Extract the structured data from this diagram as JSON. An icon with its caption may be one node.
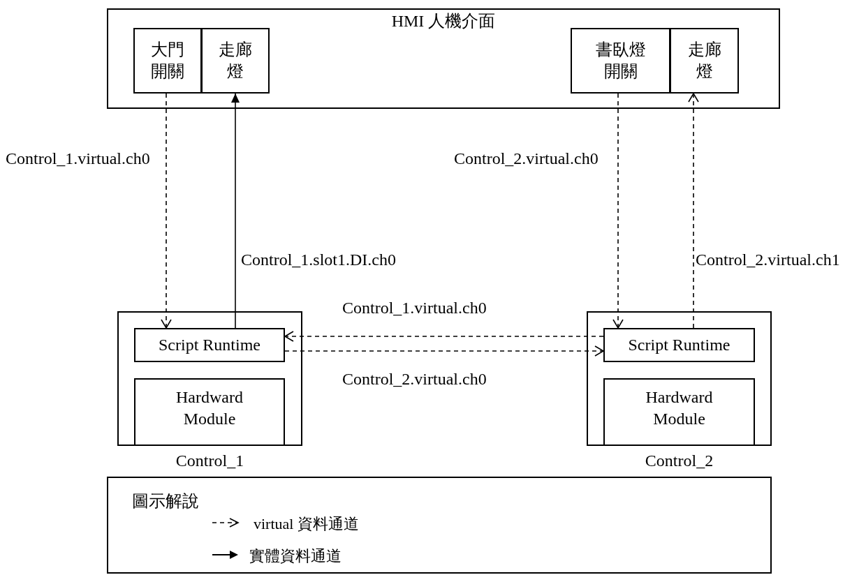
{
  "diagram": {
    "nodes": [
      {
        "text": [
          "HMI 人機介面"
        ]
      },
      {
        "text": [
          "大門開關"
        ],
        "in": 0
      },
      {
        "text": [
          "走廊燈"
        ],
        "in": 0
      },
      {
        "text": [
          "書臥燈開關"
        ],
        "in": 0
      },
      {
        "text": [
          "走廊燈"
        ],
        "in": 0
      },
      {
        "text": [
          "Control_1"
        ]
      },
      {
        "text": [
          "Script Runtime"
        ],
        "in": 5
      },
      {
        "text": [
          "Hardward Module"
        ],
        "in": 5
      },
      {
        "text": [
          "Control_2"
        ]
      },
      {
        "text": [
          "Script Runtime"
        ],
        "in": 8
      },
      {
        "text": [
          "Hardward Module"
        ],
        "in": 8
      },
      {
        "text": [
          "圖示解說"
        ]
      }
    ],
    "edges": [
      {
        "from": 1,
        "to": 6,
        "arrow": "to",
        "label": "Control_1.virtual.ch0",
        "style": "dashed"
      },
      {
        "from": 6,
        "to": 2,
        "arrow": "to",
        "label": "Control_1.slot1.DI.ch0"
      },
      {
        "from": 3,
        "to": 9,
        "arrow": "to",
        "label": "Control_2.virtual.ch0",
        "style": "dashed"
      },
      {
        "from": 9,
        "to": 4,
        "arrow": "to",
        "label": "Control_2.virtual.ch1",
        "style": "dashed"
      },
      {
        "from": 9,
        "to": 6,
        "arrow": "to",
        "label": "Control_1.virtual.ch0",
        "style": "dashed"
      },
      {
        "from": 6,
        "to": 9,
        "arrow": "to",
        "label": "Control_2.virtual.ch0",
        "style": "dashed"
      }
    ],
    "legend": [
      {
        "text": "virtual 資料通道"
      },
      {
        "text": "實體資料通道"
      }
    ]
  }
}
